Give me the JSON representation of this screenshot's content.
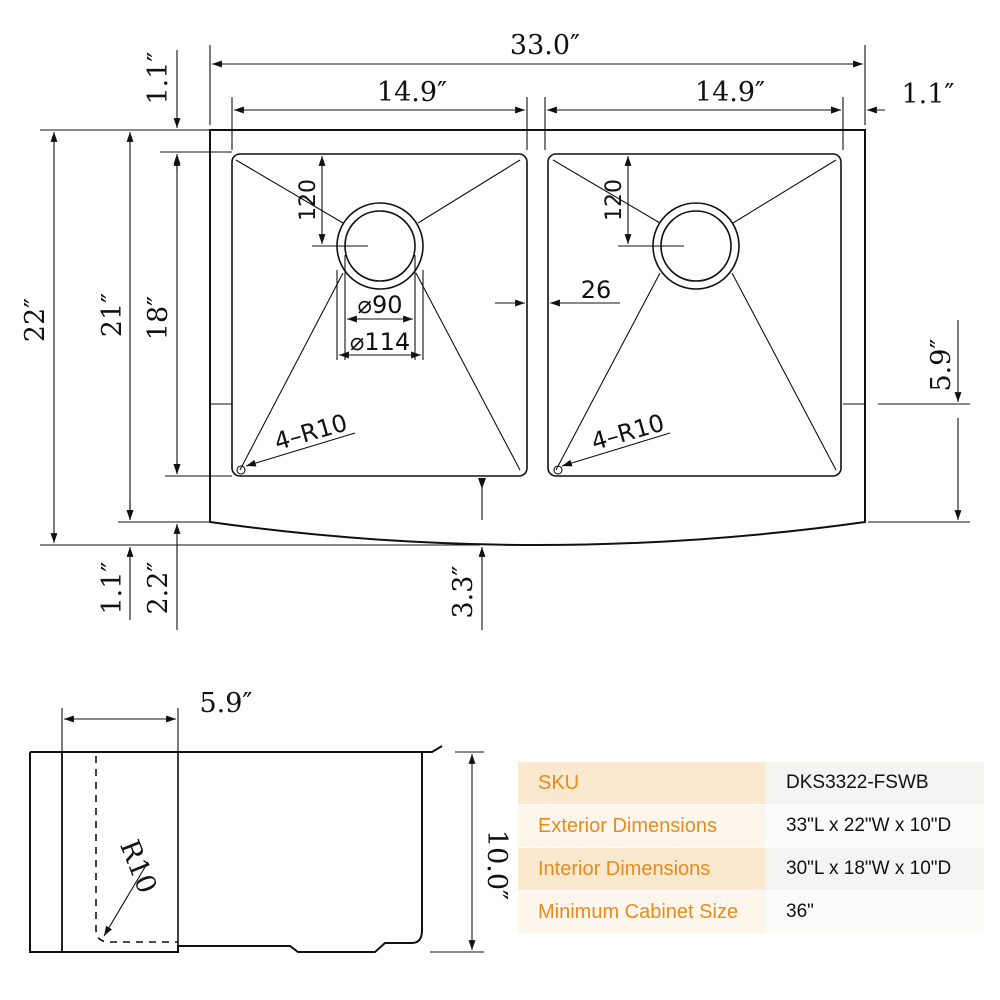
{
  "top_view": {
    "overall_length": "33.0″",
    "bowl_width_left": "14.9″",
    "bowl_width_right": "14.9″",
    "rim_right": "1.1″",
    "rim_top": "1.1″",
    "overall_width": "22″",
    "interior_width_a": "21″",
    "interior_width_b": "18″",
    "drain_offset_left": "120",
    "drain_offset_right": "120",
    "divider_width": "26",
    "drain_inner_dia": "⌀90",
    "drain_outer_dia": "⌀114",
    "corner_radius_left": "4–R10",
    "corner_radius_right": "4–R10",
    "apron_height": "5.9″",
    "bottom_rim_a": "1.1″",
    "bottom_rim_b": "2.2″",
    "front_curve": "3.3″"
  },
  "side_view": {
    "apron_depth": "5.9″",
    "depth": "10.0″",
    "corner_radius": "R10"
  },
  "spec_table": {
    "rows": [
      {
        "label": "SKU",
        "value": "DKS3322-FSWB"
      },
      {
        "label": "Exterior Dimensions",
        "value": "33\"L x 22\"W x 10\"D"
      },
      {
        "label": "Interior Dimensions",
        "value": "30\"L x 18\"W x 10\"D"
      },
      {
        "label": "Minimum Cabinet Size",
        "value": "36\""
      }
    ]
  }
}
